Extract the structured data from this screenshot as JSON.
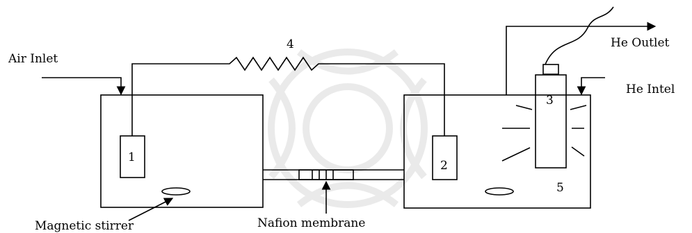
{
  "labels": {
    "air_inlet": "Air Inlet",
    "he_outlet": "He Outlet",
    "he_inlet": "He Intel",
    "magnetic_stirrer": "Magnetic stirrer",
    "nafion_membrane": "Nafion membrane",
    "resistor_number": "4",
    "electrode_1": "1",
    "electrode_2": "2",
    "lamp_number": "3",
    "cell_number": "5"
  }
}
